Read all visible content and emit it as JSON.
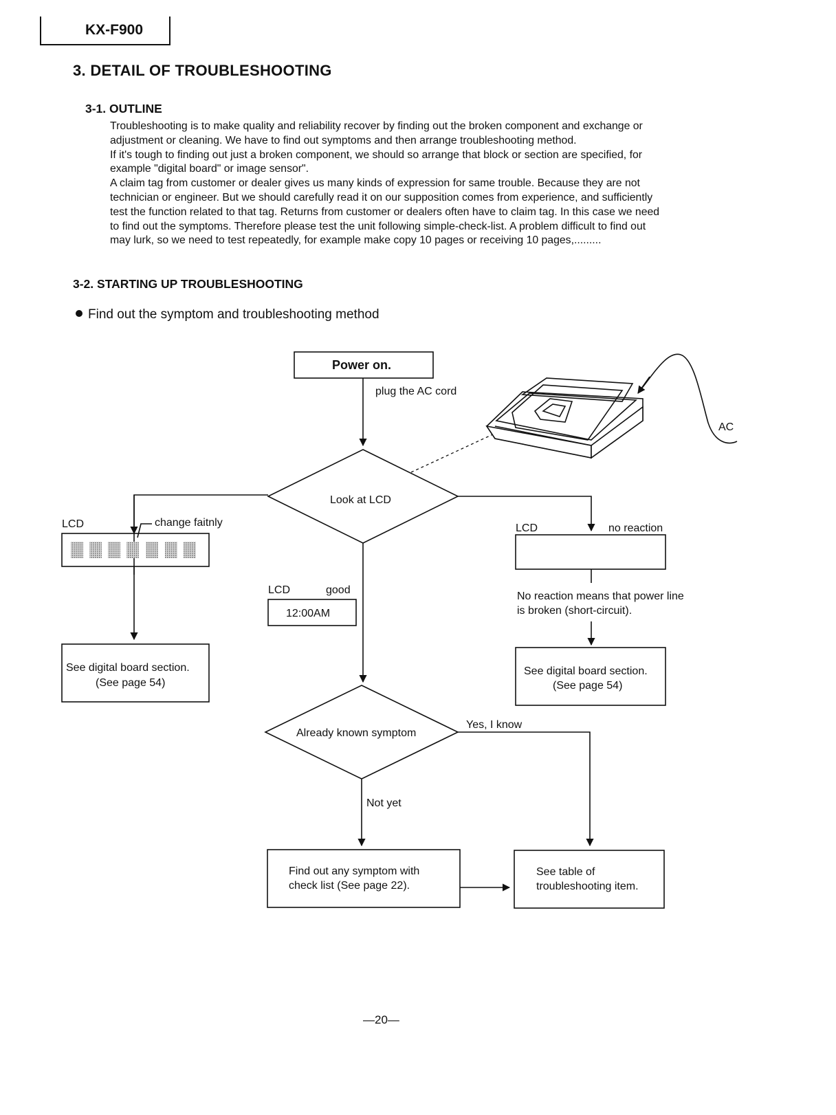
{
  "header": {
    "model": "KX-F900"
  },
  "section": {
    "title": "3. DETAIL OF TROUBLESHOOTING",
    "outline": {
      "heading": "3-1. OUTLINE",
      "lines": [
        "Troubleshooting is to make quality and reliability recover by finding out the broken component and exchange or",
        "adjustment or cleaning. We have to find out symptoms and then arrange troubleshooting method.",
        "If it's tough to finding out just a broken component, we should so arrange that block or section are specified, for",
        "example \"digital board\" or image sensor\".",
        "A claim tag from customer or dealer gives us many kinds of expression for same trouble.  Because they are not",
        "technician or engineer.  But we should carefully read it on our supposition comes from experience, and sufficiently",
        "test the function related to that tag.  Returns from customer or dealers often have to claim tag.  In this case we need",
        "to find out the symptoms.  Therefore please test the unit following simple-check-list.  A problem difficult to find out",
        "may lurk, so we need to test repeatedly, for example make copy 10 pages or receiving 10 pages,........."
      ]
    },
    "startup": {
      "heading": "3-2.  STARTING UP TROUBLESHOOTING",
      "bullet": "Find out the symptom and troubleshooting method"
    }
  },
  "flowchart": {
    "power_on": "Power on.",
    "plug_ac": "plug the AC cord",
    "ac_label": "AC",
    "look_lcd": "Look at LCD",
    "left_lcd_label": "LCD",
    "change_faintly": "change faitnly",
    "left_result_line1": "See digital board section.",
    "left_result_line2": "(See page 54)",
    "mid_lcd_label": "LCD",
    "mid_good": "good",
    "mid_lcd_display": "12:00AM",
    "right_lcd_label": "LCD",
    "right_no_reaction": "no reaction",
    "right_note_line1": "No reaction means that power line",
    "right_note_line2": "is broken (short-circuit).",
    "right_result_line1": "See digital board section.",
    "right_result_line2": "(See page 54)",
    "known_symptom": "Already known symptom",
    "yes_know": "Yes, I know",
    "not_yet": "Not yet",
    "find_symptom_line1": "Find out any symptom with",
    "find_symptom_line2": "check list (See page 22).",
    "see_table_line1": "See table of",
    "see_table_line2": "troubleshooting item."
  },
  "footer": {
    "page": "—20—"
  }
}
